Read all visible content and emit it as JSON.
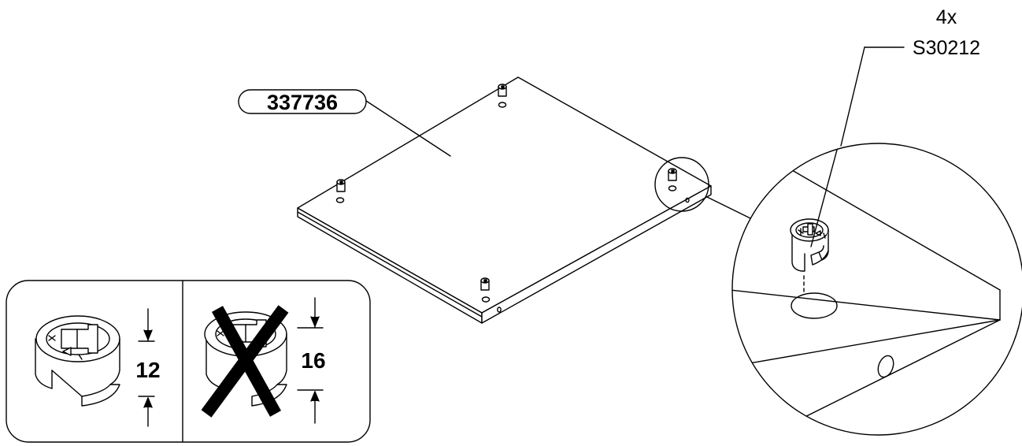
{
  "part": {
    "id_label": "337736"
  },
  "hardware": {
    "quantity_label": "4x",
    "code_label": "S30212"
  },
  "measure_panel": {
    "correct": {
      "value_label": "12"
    },
    "wrong": {
      "value_label": "16"
    }
  },
  "colors": {
    "line": "#000000",
    "background": "#ffffff"
  }
}
